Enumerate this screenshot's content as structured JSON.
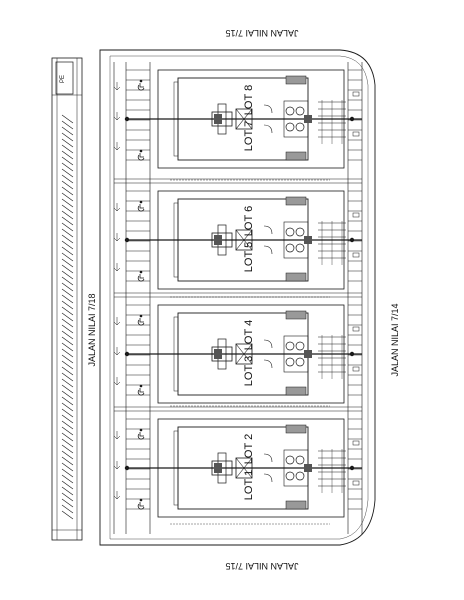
{
  "roads": {
    "top": "JALAN NILAI 7/15",
    "bottom": "JALAN NILAI 7/15",
    "left": "JALAN NILAI 7/18",
    "right": "JALAN NILAI 7/14"
  },
  "corner_label": "PE",
  "blocks": [
    {
      "lot_a": "LOT 7",
      "lot_b": "LOT 8"
    },
    {
      "lot_a": "LOT 5",
      "lot_b": "LOT 6"
    },
    {
      "lot_a": "LOT 3",
      "lot_b": "LOT 4"
    },
    {
      "lot_a": "LOT 1",
      "lot_b": "LOT 2"
    }
  ],
  "colors": {
    "line": "#1a1a1a",
    "fill_dark": "#555555",
    "fill_mid": "#999999",
    "background": "#ffffff"
  }
}
